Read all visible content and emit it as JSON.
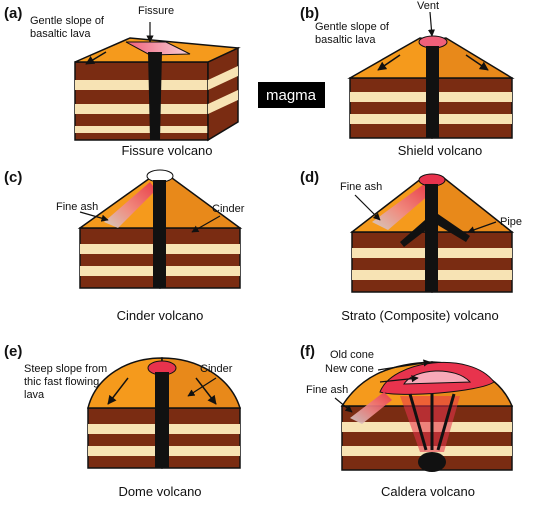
{
  "colors": {
    "orange": "#f59a1c",
    "orange_dark": "#d9821a",
    "brown": "#7a2c12",
    "cream": "#f7e3b4",
    "conduit": "#111111",
    "lava_pink": "#f0607a",
    "lava_light": "#f7c7d0",
    "ash": "#cfcfcf",
    "magma_box": "#000000"
  },
  "legend": {
    "label": "magma"
  },
  "panels": [
    {
      "tag": "(a)",
      "caption": "Fissure volcano",
      "labels": [
        "Gentle slope of",
        "basaltic lava",
        "Fissure"
      ]
    },
    {
      "tag": "(b)",
      "caption": "Shield volcano",
      "labels": [
        "Gentle slope of",
        "basaltic lava",
        "Vent"
      ]
    },
    {
      "tag": "(c)",
      "caption": "Cinder volcano",
      "labels": [
        "Fine ash",
        "Cinder"
      ]
    },
    {
      "tag": "(d)",
      "caption": "Strato (Composite) volcano",
      "labels": [
        "Fine ash",
        "Pipe"
      ]
    },
    {
      "tag": "(e)",
      "caption": "Dome volcano",
      "labels": [
        "Steep slope from",
        "thic fast flowing",
        "lava",
        "Cinder"
      ]
    },
    {
      "tag": "(f)",
      "caption": "Caldera volcano",
      "labels": [
        "Old cone",
        "New cone",
        "Fine ash"
      ]
    }
  ]
}
